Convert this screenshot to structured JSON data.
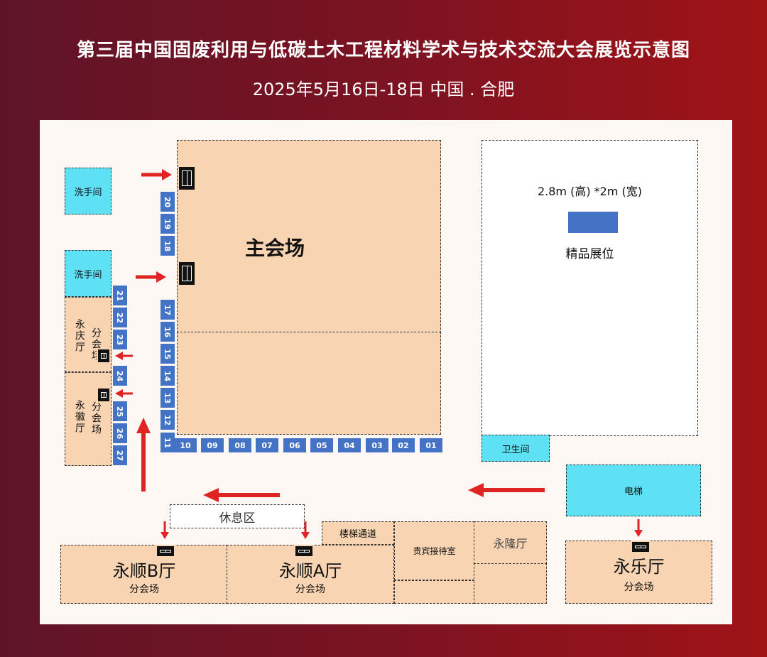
{
  "header": {
    "title": "第三届中国固废利用与低碳土木工程材料学术与技术交流大会展览示意图",
    "subtitle": "2025年5月16日-18日   中国 . 合肥"
  },
  "areas": {
    "main_hall": "主会场",
    "washroom": "洗手间",
    "yongqing": {
      "name": "永庆厅",
      "sub": "分会场"
    },
    "yonghui": {
      "name": "永徽厅",
      "sub": "分会场"
    },
    "rest_area": "休息区",
    "stairway": "楼梯通道",
    "vip_room": "贵宾接待室",
    "yonglong": "永隆厅",
    "toilet": "卫生间",
    "elevator": "电梯",
    "yongshun_b": {
      "name": "永顺B厅",
      "sub": "分会场"
    },
    "yongshun_a": {
      "name": "永顺A厅",
      "sub": "分会场"
    },
    "yongle": {
      "name": "永乐厅",
      "sub": "分会场"
    },
    "premium": {
      "size": "2.8m (高) *2m (宽)",
      "label": "精品展位"
    }
  },
  "booths": [
    "01",
    "02",
    "03",
    "04",
    "05",
    "06",
    "07",
    "08",
    "09",
    "10",
    "11",
    "12",
    "13",
    "14",
    "15",
    "16",
    "17",
    "18",
    "19",
    "20",
    "21",
    "22",
    "23",
    "24",
    "25",
    "26",
    "27"
  ],
  "colors": {
    "booth": "#4472c4",
    "hall": "#f8d4b2",
    "service": "#5fe1f5",
    "arrow": "#e02424"
  }
}
